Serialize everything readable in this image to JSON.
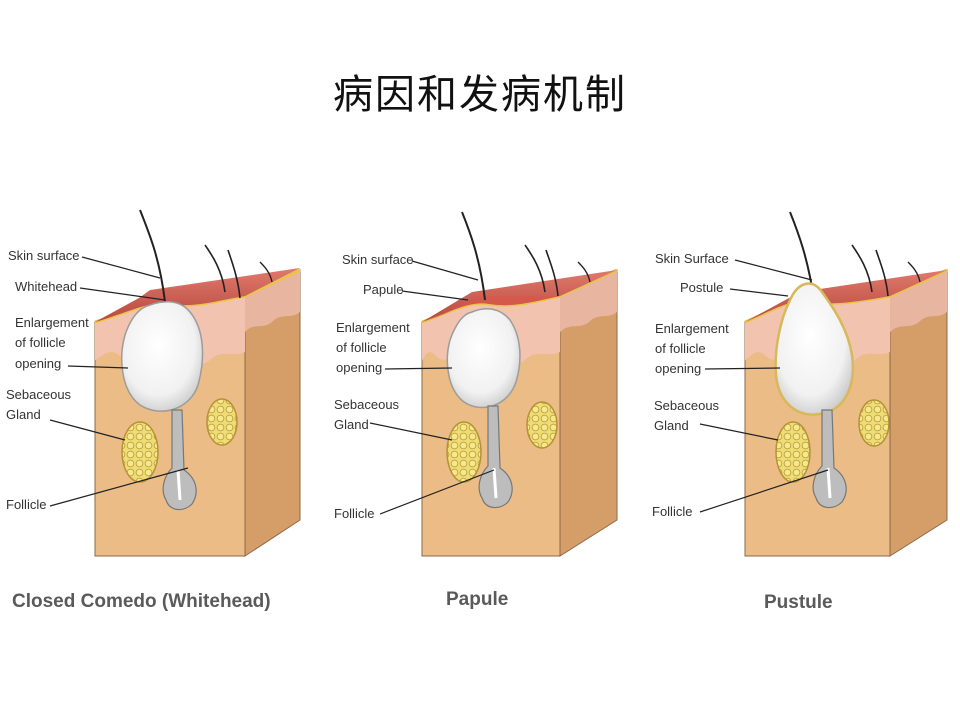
{
  "title": "病因和发病机制",
  "panels": [
    {
      "caption": "Closed Comedo (Whitehead)",
      "labels": {
        "skin_surface": "Skin surface",
        "lesion": "Whitehead",
        "enlargement": [
          "Enlargement",
          "of follicle",
          "opening"
        ],
        "sebaceous": [
          "Sebaceous",
          "Gland"
        ],
        "follicle": "Follicle"
      }
    },
    {
      "caption": "Papule",
      "labels": {
        "skin_surface": "Skin surface",
        "lesion": "Papule",
        "enlargement": [
          "Enlargement",
          "of follicle",
          "opening"
        ],
        "sebaceous": [
          "Sebaceous",
          "Gland"
        ],
        "follicle": "Follicle"
      }
    },
    {
      "caption": "Pustule",
      "labels": {
        "skin_surface": "Skin Surface",
        "lesion": "Postule",
        "enlargement": [
          "Enlargement",
          "of follicle",
          "opening"
        ],
        "sebaceous": [
          "Sebaceous",
          "Gland"
        ],
        "follicle": "Follicle"
      }
    }
  ],
  "colors": {
    "skin_top": "#c85a4e",
    "epidermis": "#f2c2ad",
    "dermis": "#e9b983",
    "dermis_side": "#d9a26b",
    "sebum": "#ffffff",
    "gland": "#f2de7a",
    "follicle_tube": "#b8b8b8"
  }
}
